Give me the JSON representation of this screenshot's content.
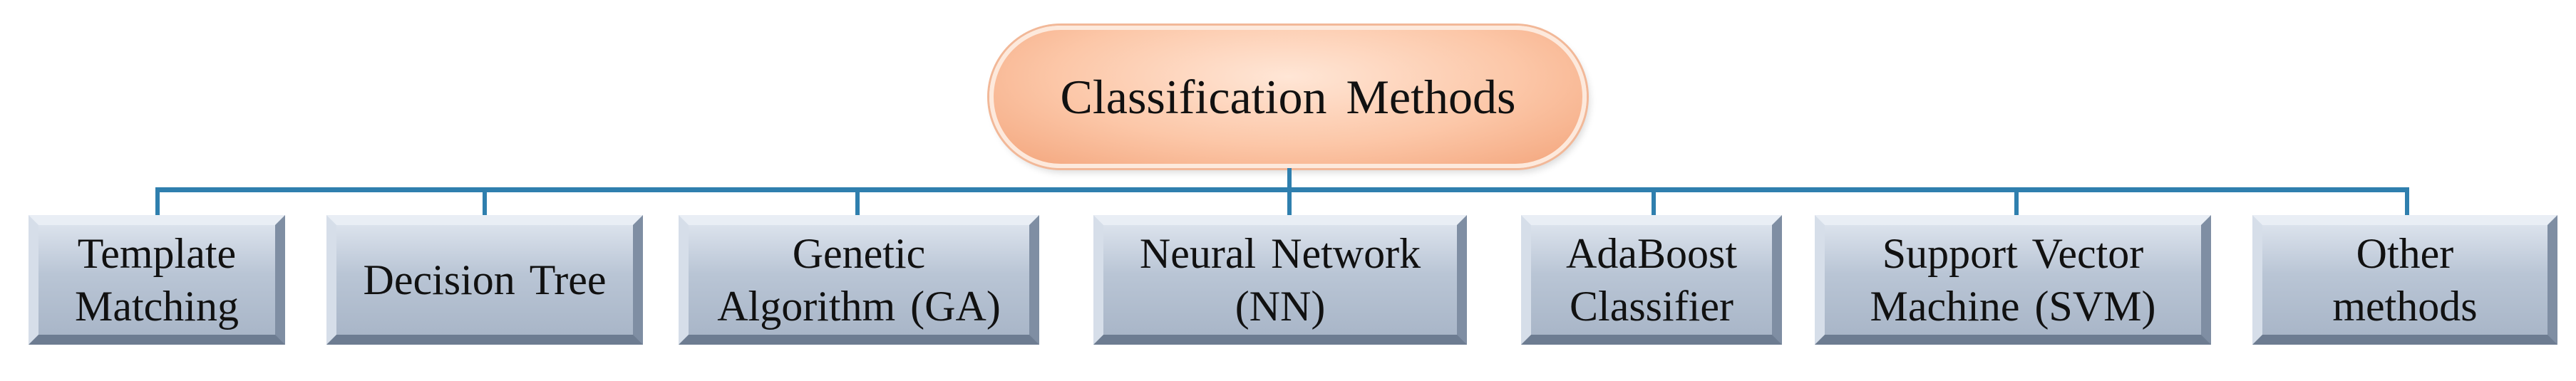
{
  "root": {
    "label": "Classification  Methods"
  },
  "methods": [
    {
      "label": "Template\nMatching"
    },
    {
      "label": "Decision  Tree"
    },
    {
      "label": "Genetic\nAlgorithm  (GA)"
    },
    {
      "label": "Neural  Network\n(NN)"
    },
    {
      "label": "AdaBoost\nClassifier"
    },
    {
      "label": "Support Vector\nMachine  (SVM)"
    },
    {
      "label": "Other\nmethods"
    }
  ],
  "colors": {
    "root_fill": "#fcc7a8",
    "connector": "#2f7fae",
    "leaf_fill": "#b9c5d5"
  }
}
